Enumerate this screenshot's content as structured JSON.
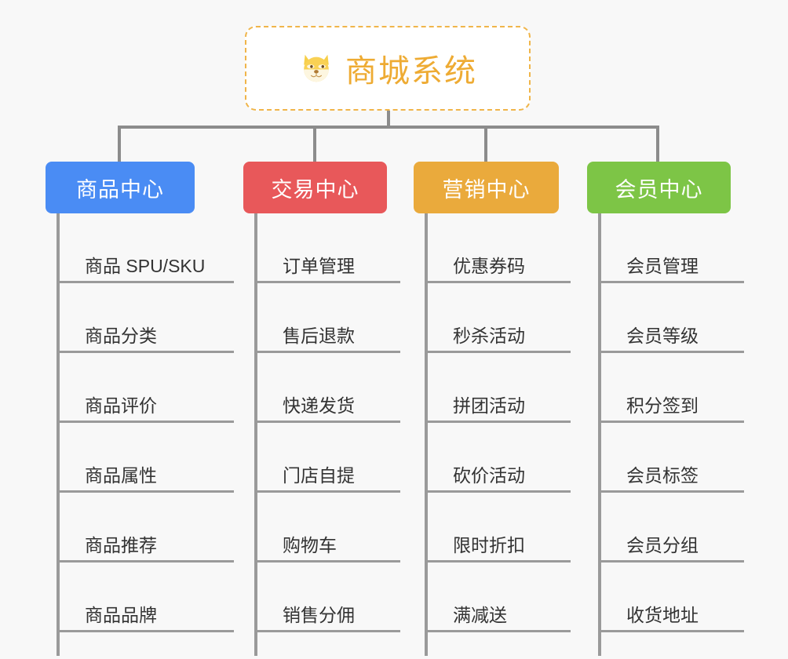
{
  "root": {
    "icon": "dog-face-icon",
    "title": "商城系统",
    "border_color": "#f0b54a",
    "text_color": "#eeab33"
  },
  "colors": {
    "background": "#f8f8f8",
    "connector": "#8c8c8c",
    "leaf_rule": "#9a9a9a",
    "leaf_text": "#333333",
    "product_center": "#4a8cf4",
    "trade_center": "#e8585a",
    "marketing_center": "#eaaa3c",
    "member_center": "#7dc546"
  },
  "columns": [
    {
      "id": "product-center",
      "title": "商品中心",
      "color": "#4a8cf4",
      "items": [
        "商品 SPU/SKU",
        "商品分类",
        "商品评价",
        "商品属性",
        "商品推荐",
        "商品品牌"
      ]
    },
    {
      "id": "trade-center",
      "title": "交易中心",
      "color": "#e8585a",
      "items": [
        "订单管理",
        "售后退款",
        "快递发货",
        "门店自提",
        "购物车",
        "销售分佣"
      ]
    },
    {
      "id": "marketing-center",
      "title": "营销中心",
      "color": "#eaaa3c",
      "items": [
        "优惠券码",
        "秒杀活动",
        "拼团活动",
        "砍价活动",
        "限时折扣",
        "满减送"
      ]
    },
    {
      "id": "member-center",
      "title": "会员中心",
      "color": "#7dc546",
      "items": [
        "会员管理",
        "会员等级",
        "积分签到",
        "会员标签",
        "会员分组",
        "收货地址"
      ]
    }
  ]
}
